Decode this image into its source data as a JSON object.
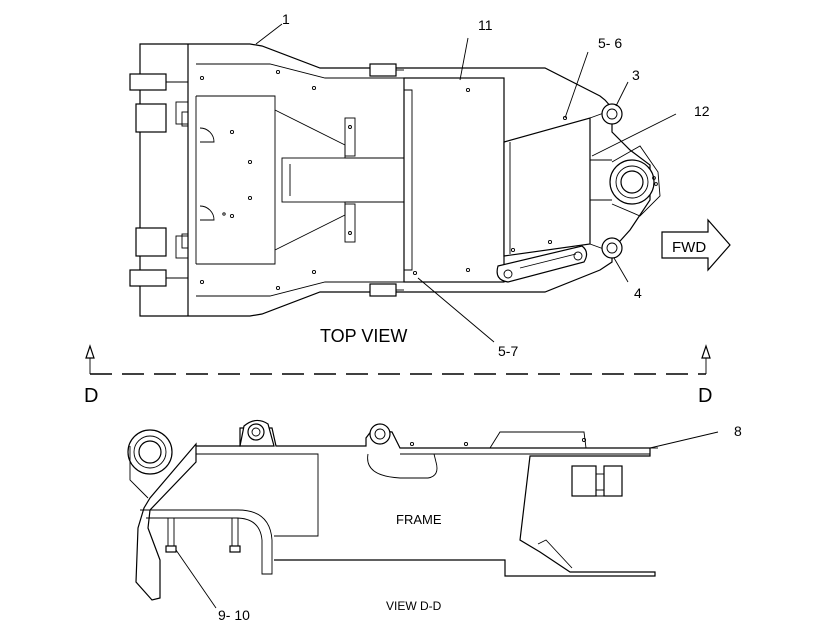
{
  "labels": {
    "callout_1": "1",
    "callout_11": "11",
    "callout_5_6": "5- 6",
    "callout_3": "3",
    "callout_12": "12",
    "callout_4": "4",
    "callout_5_7": "5-7",
    "callout_8": "8",
    "callout_9_10": "9- 10",
    "top_view": "TOP VIEW",
    "section_left": "D",
    "section_right": "D",
    "fwd": "FWD",
    "frame": "FRAME",
    "view_dd": "VIEW D-D"
  },
  "icons": {
    "fwd_arrow": "fwd-arrow-icon",
    "section_arrow": "section-arrow-icon"
  },
  "colors": {
    "line": "#000000",
    "background": "#ffffff"
  }
}
